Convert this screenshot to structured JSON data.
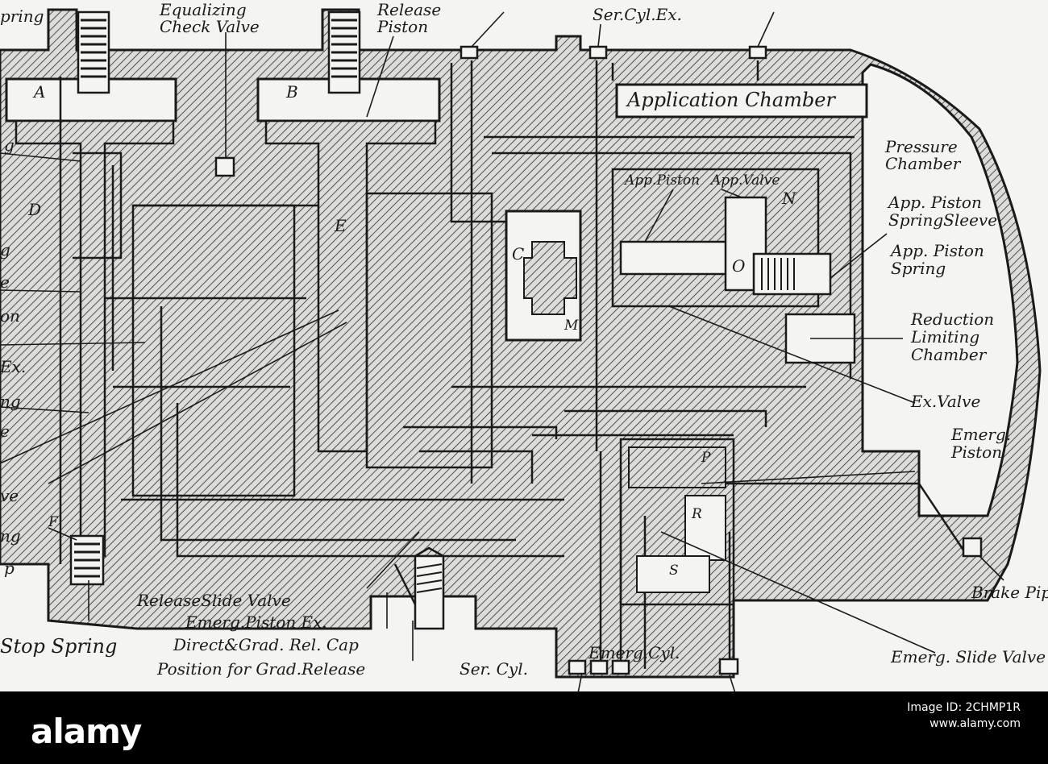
{
  "labels": {
    "spring_tl": "pring",
    "equalizing_check_valve": "Equalizing\nCheck Valve",
    "release_piston": "Release\nPiston",
    "ser_cyl_ex": "Ser.Cyl.Ex.",
    "a": "A",
    "b": "B",
    "application_chamber": "Application Chamber",
    "pressure_chamber": "Pressure\nChamber",
    "app_piston": "App.Piston",
    "app_valve": "App.Valve",
    "n": "N",
    "app_piston_spring_sleeve": "App. Piston\nSpringSleeve",
    "g_left": "g",
    "d": "D",
    "e": "E",
    "c": "C",
    "o": "O",
    "m": "M",
    "app_piston_spring": "App. Piston\nSpring",
    "reduction_limiting_chamber": "Reduction\nLimiting\nChamber",
    "ex_valve": "Ex.Valve",
    "emerg_piston": "Emerg.\nPiston",
    "p": "P",
    "r": "R",
    "s": "S",
    "f": "F",
    "release_slide_valve": "ReleaseSlide Valve",
    "emerg_piston_ex": "Emerg.Piston Ex.",
    "direct_grad_rel_cap": "Direct&Grad. Rel. Cap",
    "position_grad_release": "Position for Grad.Release",
    "stop_spring": "Stop Spring",
    "ser_cyl": "Ser. Cyl.",
    "emerg_cyl": "Emerg.Cyl.",
    "brake_pipe": "Brake Pip",
    "emerg_slide_valve": "Emerg. Slide Valve",
    "left_frag_1": "g",
    "left_frag_2": "e",
    "left_frag_3": "on",
    "left_frag_4": "Ex.",
    "left_frag_5": "ng",
    "left_frag_6": "e",
    "left_frag_7": "ve",
    "left_frag_8": "ng",
    "left_frag_9": "p"
  },
  "banner": {
    "brand": "alamy",
    "image_id": "Image ID: 2CHMP1R",
    "site": "www.alamy.com"
  },
  "colors": {
    "ink": "#1a1a1a",
    "paper": "#f4f4f2",
    "hatch_bg": "#d8d8d6"
  }
}
